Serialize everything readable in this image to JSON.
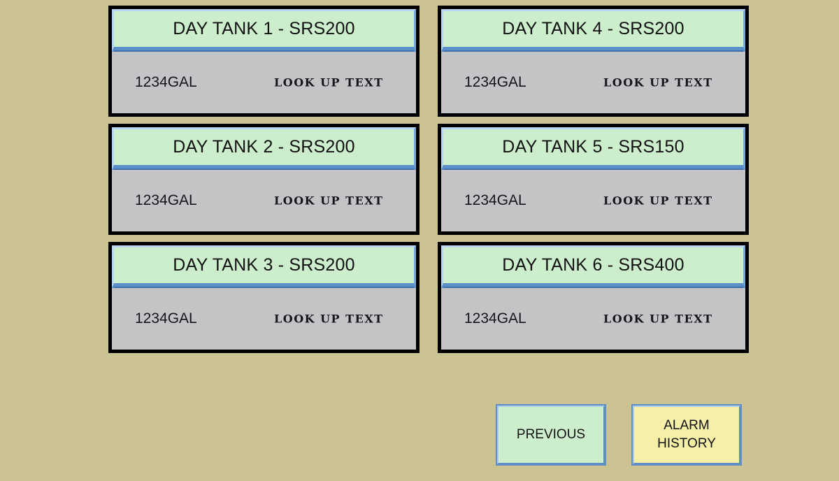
{
  "screen": {
    "name": "day-tank-overview",
    "background_color": "#cbc492"
  },
  "colors": {
    "background": "#cbc492",
    "header_green": "#cdeecd",
    "body_gray": "#c4c3c6",
    "bevel_light_blue": "#b9d7f2",
    "bevel_dark_blue": "#5b8fc9",
    "panel_border_black": "#000000",
    "button_green": "#cdeecd",
    "button_yellow": "#f5efa8",
    "text_black": "#111111"
  },
  "tanks": [
    {
      "title": "DAY TANK 1 - SRS200",
      "name": "DAY TANK 1",
      "model": "SRS200",
      "volume": "1234GAL",
      "lookup": "LOOK UP TEXT"
    },
    {
      "title": "DAY TANK 4 - SRS200",
      "name": "DAY TANK 4",
      "model": "SRS200",
      "volume": "1234GAL",
      "lookup": "LOOK UP TEXT"
    },
    {
      "title": "DAY TANK 2 - SRS200",
      "name": "DAY TANK 2",
      "model": "SRS200",
      "volume": "1234GAL",
      "lookup": "LOOK UP TEXT"
    },
    {
      "title": "DAY TANK 5 - SRS150",
      "name": "DAY TANK 5",
      "model": "SRS150",
      "volume": "1234GAL",
      "lookup": "LOOK UP TEXT"
    },
    {
      "title": "DAY TANK 3 - SRS200",
      "name": "DAY TANK 3",
      "model": "SRS200",
      "volume": "1234GAL",
      "lookup": "LOOK UP TEXT"
    },
    {
      "title": "DAY TANK 6 - SRS400",
      "name": "DAY TANK 6",
      "model": "SRS400",
      "volume": "1234GAL",
      "lookup": "LOOK UP TEXT"
    }
  ],
  "buttons": [
    {
      "label": "PREVIOUS",
      "name": "previous-button",
      "style": "btn-green"
    },
    {
      "label": "ALARM\nHISTORY",
      "name": "alarm-history-button",
      "style": "btn-yellow"
    }
  ]
}
